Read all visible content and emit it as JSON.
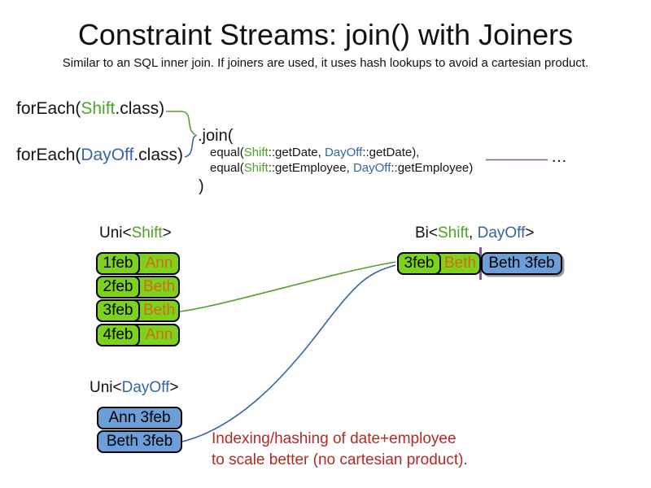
{
  "title": "Constraint Streams: join() with Joiners",
  "subtitle": "Similar to an SQL inner join. If joiners are used, it uses hash lookups to avoid a cartesian product.",
  "colors": {
    "green-fill": "#7CD21E",
    "green-line": "#4DA32B",
    "blue-fill": "#6E9ED9",
    "blue-line": "#3465A4",
    "orange-text": "#D96A10",
    "red-text": "#AF2B24",
    "purple-line": "#8456A3"
  },
  "code": {
    "foreach_shift": {
      "pre": "forEach(",
      "type": "Shift",
      "post": ".class)"
    },
    "foreach_dayoff": {
      "pre": "forEach(",
      "type": "DayOff",
      "post": ".class)"
    },
    "join_open": ".join(",
    "equal_date": {
      "pre": "equal(",
      "type1": "Shift",
      "mid": "::getDate, ",
      "type2": "DayOff",
      "post": "::getDate),"
    },
    "equal_employee": {
      "pre": "equal(",
      "type1": "Shift",
      "mid": "::getEmployee, ",
      "type2": "DayOff",
      "post": "::getEmployee)"
    },
    "join_close": ")",
    "ellipsis": "…"
  },
  "uni_shift": {
    "label": {
      "pre": "Uni<",
      "type": "Shift",
      "post": ">"
    },
    "rows": [
      {
        "date": "1feb",
        "employee": "Ann"
      },
      {
        "date": "2feb",
        "employee": "Beth"
      },
      {
        "date": "3feb",
        "employee": "Beth"
      },
      {
        "date": "4feb",
        "employee": "Ann"
      }
    ]
  },
  "bi": {
    "label": {
      "pre": "Bi<",
      "type1": "Shift",
      "sep": ", ",
      "type2": "DayOff",
      "post": ">"
    },
    "shift_cell": {
      "date": "3feb",
      "employee": "Beth"
    },
    "dayoff_cell": "Beth 3feb"
  },
  "uni_dayoff": {
    "label": {
      "pre": "Uni<",
      "type": "DayOff",
      "post": ">"
    },
    "rows": [
      "Ann 3feb",
      "Beth 3feb"
    ]
  },
  "note": {
    "line1": "Indexing/hashing of date+employee",
    "line2": "to scale better (no cartesian product)."
  }
}
